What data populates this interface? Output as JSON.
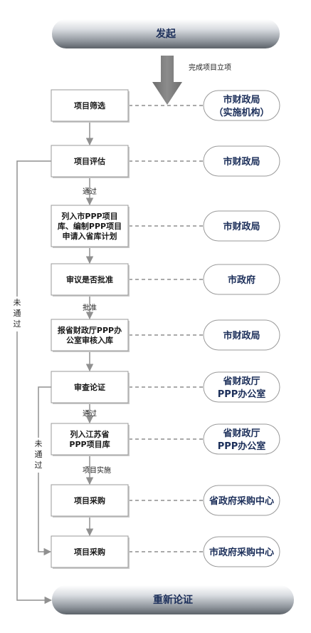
{
  "diagram": {
    "start_label": "发起",
    "end_label": "重新论证",
    "arrow_caption": "完成项目立项",
    "steps": [
      {
        "id": "s1",
        "lines": [
          "项目筛选"
        ],
        "owner": [
          "市财政局",
          "（实施机构）"
        ]
      },
      {
        "id": "s2",
        "lines": [
          "项目评估"
        ],
        "owner": [
          "市财政局"
        ]
      },
      {
        "id": "s3",
        "lines": [
          "列入市PPP项目",
          "库、编制PPP项目",
          "申请入省库计划"
        ],
        "owner": [
          "市财政局"
        ]
      },
      {
        "id": "s4",
        "lines": [
          "审议是否批准"
        ],
        "owner": [
          "市政府"
        ]
      },
      {
        "id": "s5",
        "lines": [
          "报省财政厅PPP办",
          "公室审核入库"
        ],
        "owner": [
          "市财政局"
        ]
      },
      {
        "id": "s6",
        "lines": [
          "审查论证"
        ],
        "owner": [
          "省财政厅",
          "PPP办公室"
        ]
      },
      {
        "id": "s7",
        "lines": [
          "列入江苏省",
          "PPP项目库"
        ],
        "owner": [
          "省财政厅",
          "PPP办公室"
        ]
      },
      {
        "id": "s8",
        "lines": [
          "项目采购"
        ],
        "owner": [
          "省政府采购中心"
        ]
      },
      {
        "id": "s9",
        "lines": [
          "项目采购"
        ],
        "owner": [
          "市政府采购中心"
        ]
      }
    ],
    "transitions": [
      {
        "from": "s2",
        "to": "s3",
        "label": "通过"
      },
      {
        "from": "s4",
        "to": "s5",
        "label": "批准"
      },
      {
        "from": "s6",
        "to": "s7",
        "label": "通过"
      },
      {
        "from": "s7",
        "to": "s8",
        "label": "项目实施"
      }
    ],
    "reject_paths": [
      {
        "label": "未通过",
        "chars": [
          "未",
          "通",
          "过"
        ]
      },
      {
        "label": "未通过",
        "chars": [
          "未",
          "通",
          "过"
        ]
      }
    ]
  }
}
